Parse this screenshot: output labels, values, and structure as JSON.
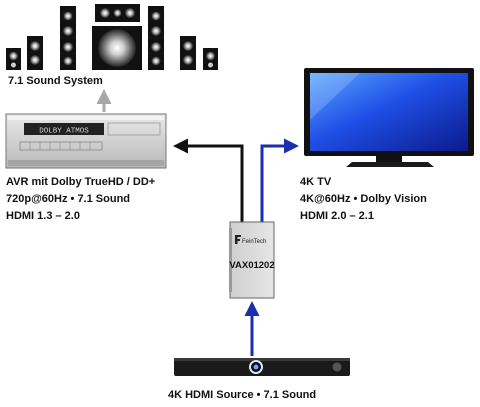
{
  "speaker_label": "7.1 Sound System",
  "avr": {
    "display_text": "DOLBY ATMOS",
    "line1": "AVR mit Dolby TrueHD / DD+",
    "line2": "720p@60Hz • 7.1 Sound",
    "line3": "HDMI 1.3 – 2.0"
  },
  "tv": {
    "line1": "4K TV",
    "line2": "4K@60Hz • Dolby Vision",
    "line3": "HDMI 2.0 – 2.1"
  },
  "extractor": {
    "brand": "FeinTech",
    "model": "VAX01202"
  },
  "source": {
    "label": "4K HDMI Source •  7.1 Sound"
  },
  "colors": {
    "audio_arrow": "#a8a8a8",
    "avr_link": "#111111",
    "tv_link": "#1a2fb0",
    "source_link": "#1a2fb0",
    "tv_screen": "#1e40e0"
  }
}
